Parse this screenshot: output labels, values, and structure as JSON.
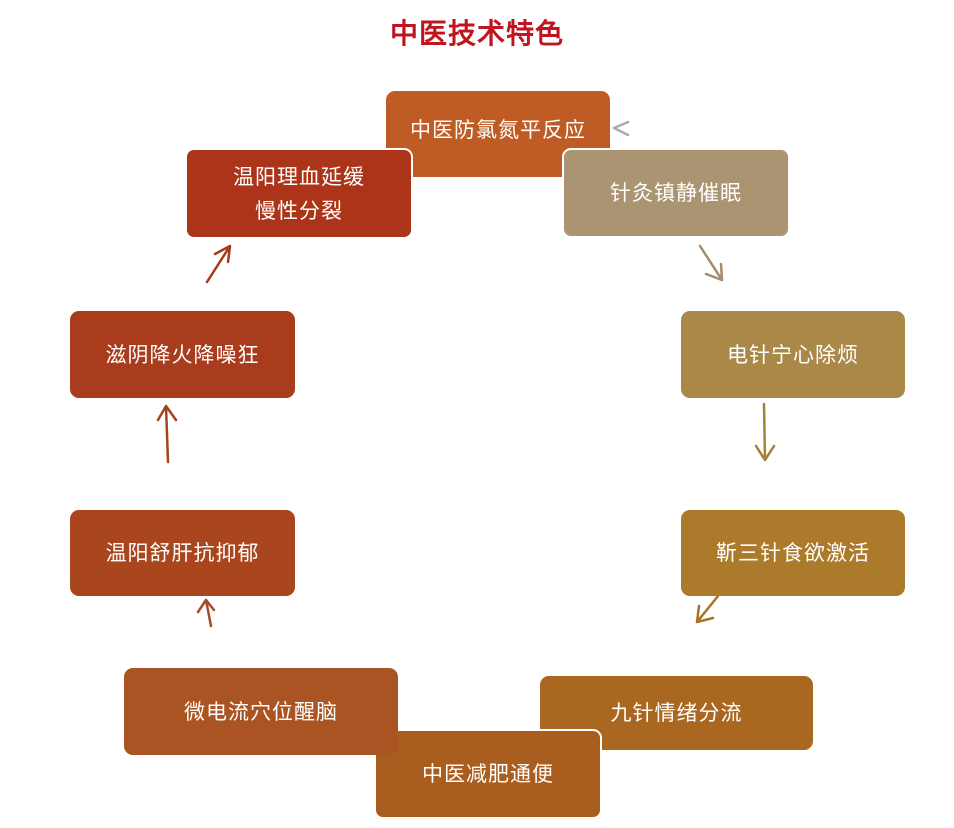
{
  "title": "中医技术特色",
  "nodes": [
    {
      "id": "n1",
      "label": "中医防氯氮平反应",
      "color": "#bf5b24"
    },
    {
      "id": "n2",
      "label": "针灸镇静催眠",
      "color": "#ab9472"
    },
    {
      "id": "n3",
      "label": "电针宁心除烦",
      "color": "#aa8848"
    },
    {
      "id": "n4",
      "label": "靳三针食欲激活",
      "color": "#ab7a2a"
    },
    {
      "id": "n5",
      "label": "九针情绪分流",
      "color": "#a9671f"
    },
    {
      "id": "n6",
      "label": "中医减肥通便",
      "color": "#a95d1f"
    },
    {
      "id": "n7",
      "label": "微电流穴位醒脑",
      "color": "#a95422"
    },
    {
      "id": "n8",
      "label": "温阳舒肝抗抑郁",
      "color": "#a9461e"
    },
    {
      "id": "n9",
      "label": "滋阴降火降噪狂",
      "color": "#a83c1c"
    },
    {
      "id": "n10",
      "label_line1": "温阳理血延缓",
      "label_line2": "慢性分裂",
      "color": "#ac3419"
    }
  ],
  "arrow_colors": {
    "light": "#aaaaaa",
    "tan": "#a48c6c",
    "brown": "#a06830",
    "rust": "#a44a22"
  }
}
